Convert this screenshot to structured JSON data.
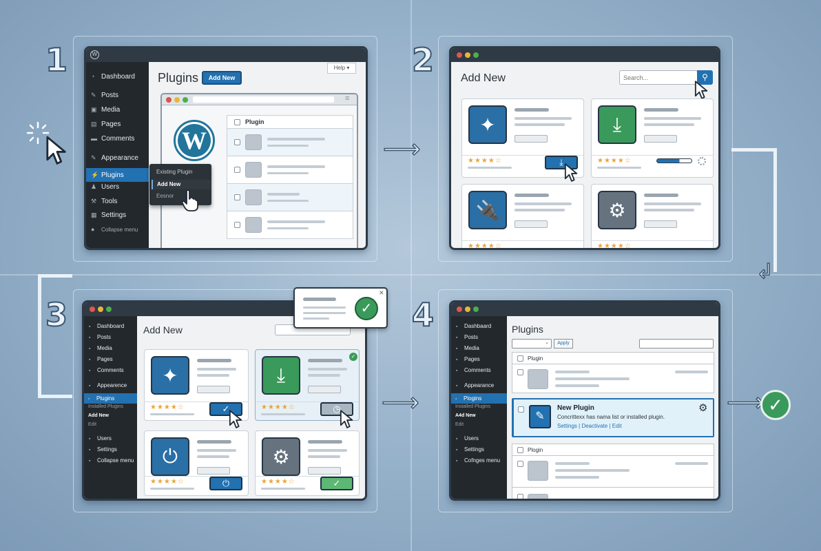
{
  "steps": [
    "1",
    "2",
    "3",
    "4"
  ],
  "panel1": {
    "sidebar": [
      {
        "icon": "dashboard-icon",
        "glyph": "◔",
        "label": "Dashboard"
      },
      {
        "icon": "pin-icon",
        "glyph": "✎",
        "label": "Posts"
      },
      {
        "icon": "media-icon",
        "glyph": "▣",
        "label": "Media"
      },
      {
        "icon": "pages-icon",
        "glyph": "▤",
        "label": "Pages"
      },
      {
        "icon": "comment-icon",
        "glyph": "▬",
        "label": "Comments"
      },
      {
        "icon": "brush-icon",
        "glyph": "✎",
        "label": "Appearance"
      },
      {
        "icon": "plug-icon",
        "glyph": "⚡",
        "label": "Plugins",
        "selected": true
      },
      {
        "icon": "user-icon",
        "glyph": "♟",
        "label": "Users"
      },
      {
        "icon": "wrench-icon",
        "glyph": "⚒",
        "label": "Tools"
      },
      {
        "icon": "settings-icon",
        "glyph": "▦",
        "label": "Settings"
      },
      {
        "icon": "collapse-icon",
        "glyph": "●",
        "label": "Collapse menu"
      }
    ],
    "title": "Plugins",
    "add_new": "Add New",
    "help": "Help ▾",
    "flyout": [
      "Existing Plugin",
      "Add New",
      "Eesnor"
    ],
    "table_header": "Plugin"
  },
  "panel2": {
    "title": "Add New",
    "search_placeholder": "Search...",
    "rating": "★★★★☆"
  },
  "panel3": {
    "sidebar": [
      {
        "label": "Dashboard"
      },
      {
        "label": "Posts"
      },
      {
        "label": "Media"
      },
      {
        "label": "Pages"
      },
      {
        "label": "Comments"
      },
      {
        "label": "Appearence"
      },
      {
        "label": "Plugins",
        "selected": true
      },
      {
        "label": "Installed Plugins",
        "sub": true
      },
      {
        "label": "Add New",
        "sub": true,
        "bold": true
      },
      {
        "label": "Edit",
        "sub": true
      },
      {
        "label": "Users"
      },
      {
        "label": "Settings"
      },
      {
        "label": "Collapse menu"
      }
    ],
    "title": "Add New",
    "rating": "★★★★☆"
  },
  "panel4": {
    "sidebar": [
      {
        "label": "Dashbaard"
      },
      {
        "label": "Posts"
      },
      {
        "label": "Media"
      },
      {
        "label": "Pages"
      },
      {
        "label": "Comments"
      },
      {
        "label": "Appearance"
      },
      {
        "label": "Plogins",
        "selected": true
      },
      {
        "label": "Installed Plugins",
        "sub": true
      },
      {
        "label": "A4d New",
        "sub": true,
        "bold": true
      },
      {
        "label": "Edit",
        "sub": true
      },
      {
        "label": "Users"
      },
      {
        "label": "Settings"
      },
      {
        "label": "Cofnges menu"
      }
    ],
    "title": "Plugins",
    "apply": "Apply",
    "table_header": "Plugin",
    "table_header2": "Plogin",
    "new_plugin": {
      "name": "New Plugin",
      "description": "Concrittexx has nama list or installed plugin.",
      "actions": [
        "Settings",
        "Deactivate",
        "Edit"
      ]
    }
  },
  "colors": {
    "accent": "#2271b1",
    "success": "#3a9a5b",
    "sidebar": "#23282d",
    "background": "#93afc8"
  }
}
